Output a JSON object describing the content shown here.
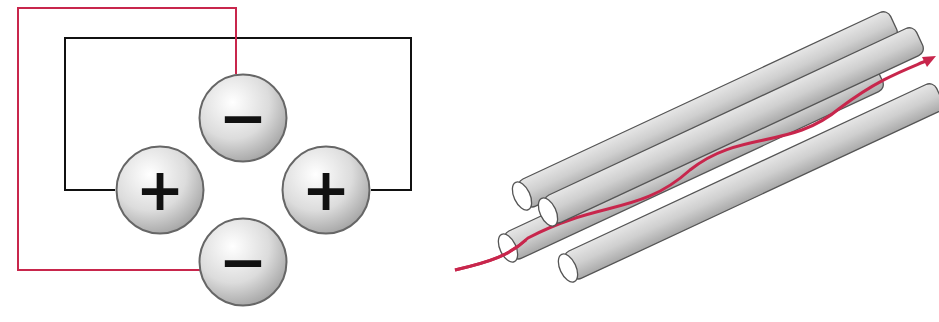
{
  "diagram": {
    "nodes": [
      {
        "text": [
          "−"
        ]
      },
      {
        "text": [
          "+"
        ]
      },
      {
        "text": [
          "+"
        ]
      },
      {
        "text": [
          "−"
        ]
      }
    ],
    "edges": [
      {
        "from": 1,
        "to": 2,
        "arrow": "none"
      },
      {
        "from": 0,
        "to": 3,
        "arrow": "none"
      }
    ]
  }
}
